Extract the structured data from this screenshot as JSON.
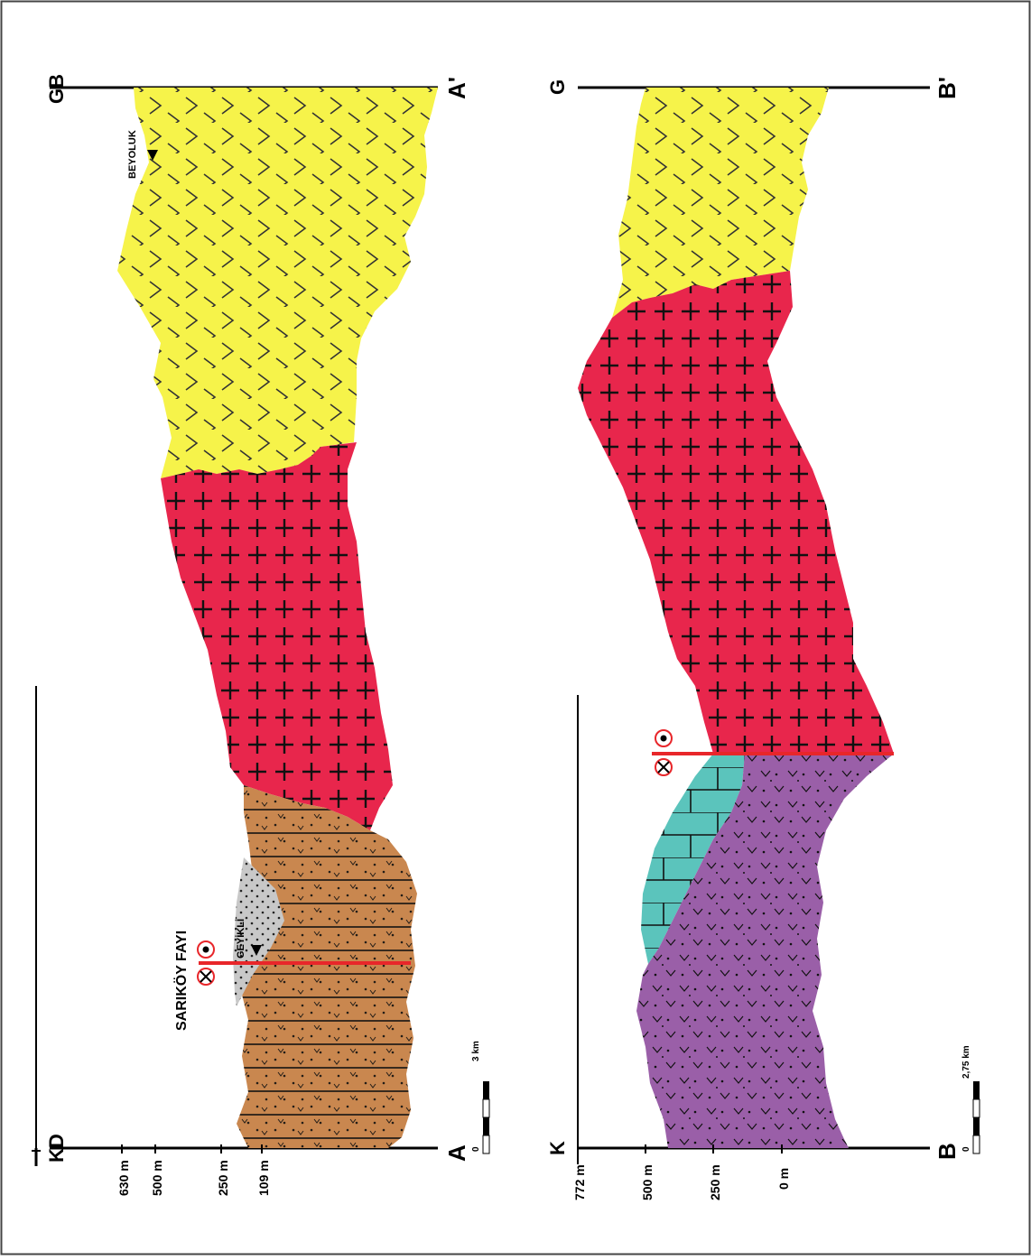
{
  "section_a": {
    "orientation_left": "KD",
    "orientation_right": "GB",
    "end_left": "A",
    "end_right": "A'",
    "elevations": [
      "630 m",
      "500 m",
      "250 m",
      "109 m"
    ],
    "fault_label": "SARIKÖY FAYI",
    "fault_into_symbol": "⊗",
    "fault_out_symbol": "⊙",
    "place_geyikli": "GEYİKLİ",
    "place_beyoluk": "BEYOLUK",
    "scale_zero": "0",
    "scale_label": "3 km"
  },
  "section_b": {
    "orientation_left": "K",
    "orientation_right": "G",
    "end_left": "B",
    "end_right": "B'",
    "elevations": [
      "772 m",
      "500 m",
      "250 m",
      "0 m"
    ],
    "fault_into_symbol": "⊗",
    "fault_out_symbol": "⊙",
    "scale_zero": "0",
    "scale_label": "2,75 km"
  },
  "colors": {
    "yellow_unit": "#f6f34a",
    "red_unit": "#e8264c",
    "brown_unit": "#c9874f",
    "gray_unit": "#c8c8c8",
    "purple_unit": "#9a5fa8",
    "teal_unit": "#5bc4bc",
    "fault": "#e8262a"
  }
}
